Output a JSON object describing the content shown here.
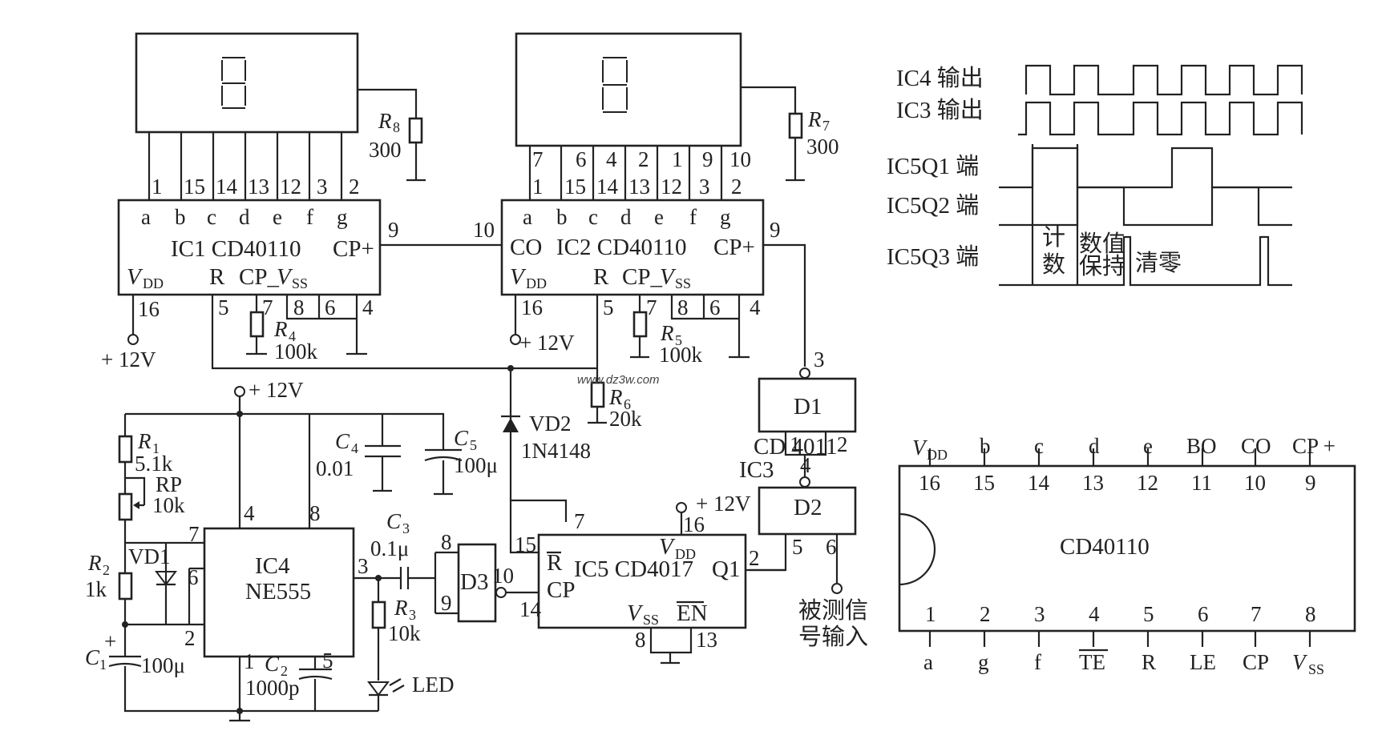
{
  "watermark": "www.dz3w.com",
  "power": {
    "vplus": "+ 12V"
  },
  "displays": {
    "r8_name": "R",
    "r8_sub": "8",
    "r8_val": "300",
    "r7_name": "R",
    "r7_sub": "7",
    "r7_val": "300"
  },
  "ic1": {
    "pins_top": [
      "1",
      "15",
      "14",
      "13",
      "12",
      "3",
      "2"
    ],
    "seg_labels": [
      "a",
      "b",
      "c",
      "d",
      "e",
      "f",
      "g"
    ],
    "name": "IC1  CD40110",
    "cp_plus": "CP+",
    "vdd_v": "V",
    "vdd_sub": "DD",
    "r": "R",
    "cp_minus": "CP_",
    "vss_v": "V",
    "vss_sub": "SS",
    "pin9": "9",
    "pin16": "16",
    "pin5": "5",
    "pin7": "7",
    "pin8": "8",
    "pin6": "6",
    "pin4": "4",
    "r4_name": "R",
    "r4_sub": "4",
    "r4_val": "100k"
  },
  "ic2": {
    "disp_pins": [
      "7",
      "6",
      "4",
      "2",
      "1",
      "9",
      "10"
    ],
    "pins_top": [
      "1",
      "15",
      "14",
      "13",
      "12",
      "3",
      "2"
    ],
    "seg_labels": [
      "a",
      "b",
      "c",
      "d",
      "e",
      "f",
      "g"
    ],
    "co": "CO",
    "name": "IC2  CD40110",
    "cp_plus": "CP+",
    "vdd_v": "V",
    "vdd_sub": "DD",
    "r": "R",
    "cp_minus": "CP_",
    "vss_v": "V",
    "vss_sub": "SS",
    "pin10": "10",
    "pin9": "9",
    "pin16": "16",
    "pin5": "5",
    "pin7": "7",
    "pin8": "8",
    "pin6": "6",
    "pin4": "4",
    "r5_name": "R",
    "r5_sub": "5",
    "r5_val": "100k",
    "r6_name": "R",
    "r6_sub": "6",
    "r6_val": "20k"
  },
  "ic3": {
    "d1": "D1",
    "d2": "D2",
    "chip": "CD 4011",
    "name": "IC3",
    "pin3": "3",
    "pin1": "1",
    "pin2": "2",
    "pin4": "4",
    "pin5": "5",
    "pin6": "6",
    "input_line1": "被测信",
    "input_line2": "号输入"
  },
  "vd2": {
    "name": "VD2",
    "part": "1N4148"
  },
  "ic4": {
    "name": "IC4",
    "chip": "NE555",
    "pin4": "4",
    "pin8": "8",
    "pin7": "7",
    "pin6": "6",
    "pin2": "2",
    "pin1": "1",
    "pin5": "5",
    "pin3": "3",
    "r1_name": "R",
    "r1_sub": "1",
    "r1_val": "5.1k",
    "rp_name": "RP",
    "rp_val": "10k",
    "vd1": "VD1",
    "r2_name": "R",
    "r2_sub": "2",
    "r2_val": "1k",
    "c1_name": "C",
    "c1_sub": "1",
    "c1_val": "100μ",
    "c1_plus": "+",
    "c2_name": "C",
    "c2_sub": "2",
    "c2_val": "1000p",
    "c3_name": "C",
    "c3_sub": "3",
    "c3_val": "0.1μ",
    "c4_name": "C",
    "c4_sub": "4",
    "c4_val": "0.01",
    "c5_name": "C",
    "c5_sub": "5",
    "c5_val": "100μ",
    "r3_name": "R",
    "r3_sub": "3",
    "r3_val": "10k",
    "led": "LED",
    "d3": "D3",
    "d3_pin8": "8",
    "d3_pin9": "9",
    "d3_pin10": "10"
  },
  "ic5": {
    "name": "IC5  CD4017",
    "r_bar": "R",
    "cp": "CP",
    "q1": "Q1",
    "vdd_v": "V",
    "vdd_sub": "DD",
    "vss_v": "V",
    "vss_sub": "SS",
    "en": "EN",
    "pin15": "15",
    "pin14": "14",
    "pin7": "7",
    "pin16": "16",
    "pin2": "2",
    "pin8": "8",
    "pin13": "13"
  },
  "timing": {
    "rows": [
      "IC4 输出",
      "IC3 输出",
      "IC5Q1 端",
      "IC5Q2 端",
      "IC5Q3 端"
    ],
    "phase_count_1": "计",
    "phase_count_2": "数",
    "phase_hold_1": "数值",
    "phase_hold_2": "保持",
    "phase_clear": "清零"
  },
  "pinout": {
    "chip": "CD40110",
    "top_pins": [
      "16",
      "15",
      "14",
      "13",
      "12",
      "11",
      "10",
      "9"
    ],
    "top_labels": [
      "b",
      "c",
      "d",
      "e",
      "BO",
      "CO",
      "CP +"
    ],
    "vdd_v": "V",
    "vdd_sub": "DD",
    "bottom_pins": [
      "1",
      "2",
      "3",
      "4",
      "5",
      "6",
      "7",
      "8"
    ],
    "bottom_labels": [
      "a",
      "g",
      "f",
      "TE",
      "R",
      "LE",
      "CP"
    ],
    "vss_v": "V",
    "vss_sub": "SS"
  }
}
